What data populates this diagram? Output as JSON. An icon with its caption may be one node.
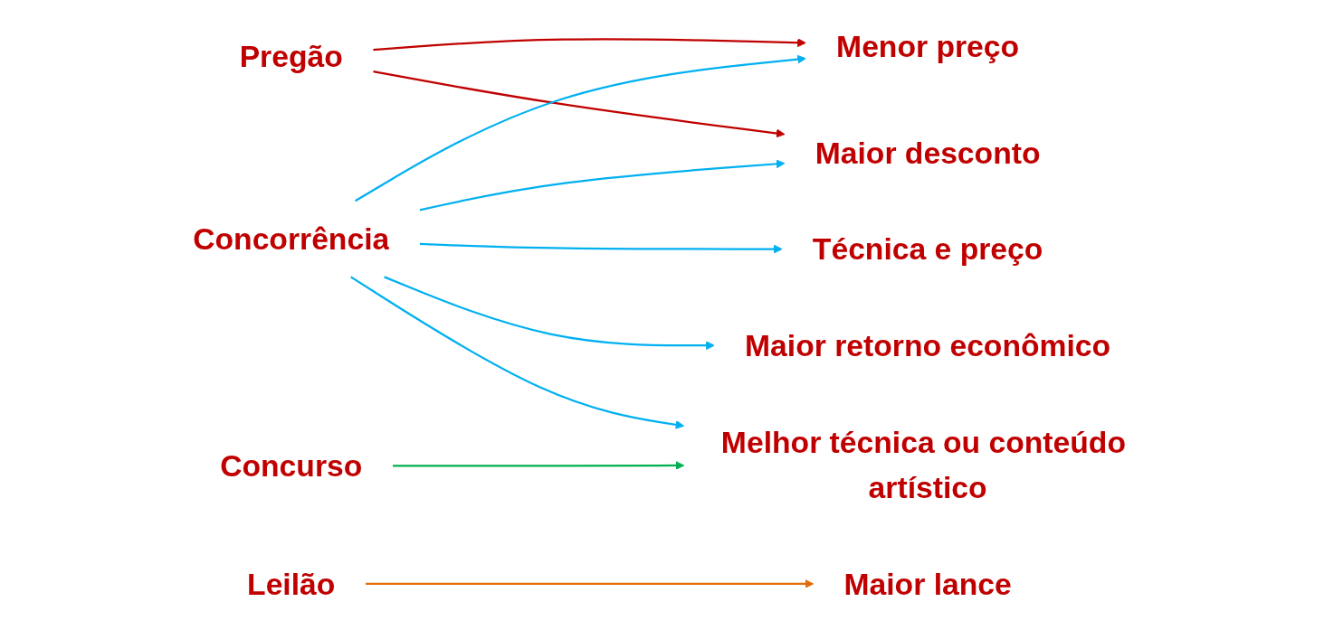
{
  "diagram": {
    "nodes": [
      {
        "text": [
          "Pregão"
        ]
      },
      {
        "text": [
          "Concorrência"
        ]
      },
      {
        "text": [
          "Concurso"
        ]
      },
      {
        "text": [
          "Leilão"
        ]
      },
      {
        "text": [
          "Menor preço"
        ]
      },
      {
        "text": [
          "Maior desconto"
        ]
      },
      {
        "text": [
          "Técnica e preço"
        ]
      },
      {
        "text": [
          "Maior retorno econômico"
        ]
      },
      {
        "text": [
          "Melhor técnica ou conteúdo artístico"
        ]
      },
      {
        "text": [
          "Maior lance"
        ]
      }
    ],
    "edges": [
      {
        "from": 0,
        "to": 4,
        "arrow": "to",
        "color": "#c00000"
      },
      {
        "from": 0,
        "to": 5,
        "arrow": "to",
        "color": "#c00000"
      },
      {
        "from": 1,
        "to": 4,
        "arrow": "to"
      },
      {
        "from": 1,
        "to": 5,
        "arrow": "to"
      },
      {
        "from": 1,
        "to": 6,
        "arrow": "to"
      },
      {
        "from": 1,
        "to": 7,
        "arrow": "to"
      },
      {
        "from": 1,
        "to": 8,
        "arrow": "to"
      },
      {
        "from": 2,
        "to": 8,
        "arrow": "to",
        "color": "#00b050"
      },
      {
        "from": 3,
        "to": 9,
        "arrow": "to",
        "color": "#e36c09"
      }
    ]
  }
}
